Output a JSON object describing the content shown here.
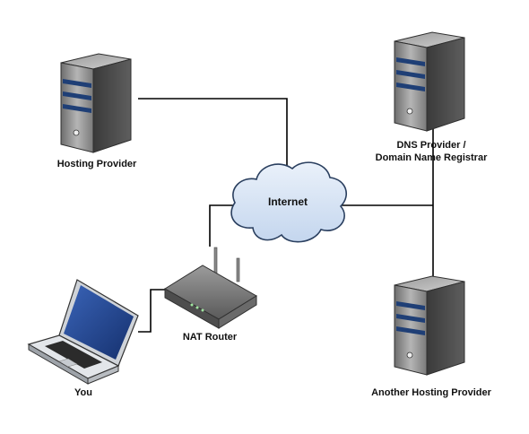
{
  "nodes": {
    "hosting_provider": {
      "label": "Hosting Provider"
    },
    "dns_provider": {
      "label_line1": "DNS Provider /",
      "label_line2": "Domain Name Registrar"
    },
    "internet": {
      "label": "Internet"
    },
    "nat_router": {
      "label": "NAT Router"
    },
    "you": {
      "label": "You"
    },
    "another_hosting_provider": {
      "label": "Another Hosting Provider"
    }
  },
  "colors": {
    "server_body": "#4a4a4a",
    "server_face": "#8a8a8a",
    "server_stripe": "#1f3f76",
    "cloud_fill": "#d6e3f3",
    "cloud_stroke": "#2a3f5f",
    "laptop_screen": "#1d3f86",
    "line": "#000000"
  }
}
